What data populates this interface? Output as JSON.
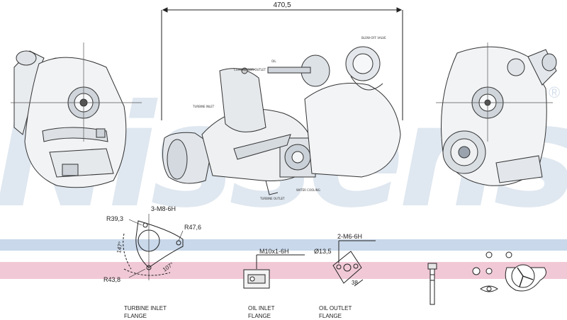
{
  "watermark": {
    "text": "Nissens",
    "registered_mark": "®"
  },
  "colors": {
    "watermark": "#b9cbe0",
    "band_blue": "#c9d8ea",
    "band_pink": "#f1c9d6",
    "line": "#222222"
  },
  "main_view": {
    "overall_length": "470,5",
    "callouts": [
      "BLOW-OFF VALVE",
      "OIL",
      "TURBINE INLET",
      "COMPRESSOR OUTLET",
      "TURBINE OUTLET",
      "WATER COOLING"
    ]
  },
  "turbine_flange": {
    "bolts": "3-M8-6H",
    "radius_a": "R39,3",
    "radius_b": "R47,6",
    "radius_c": "R43,8",
    "angle_a": "147°",
    "angle_b": "107°",
    "caption_line1": "TURBINE  INLET",
    "caption_line2": "FLANGE"
  },
  "oil_inlet": {
    "thread": "M10x1-6H",
    "caption_line1": "OIL  INLET",
    "caption_line2": "FLANGE"
  },
  "oil_outlet": {
    "bolts": "2-M6-6H",
    "diameter": "Ø13,5",
    "width": "38",
    "caption_line1": "OIL  OUTLET",
    "caption_line2": "FLANGE"
  }
}
